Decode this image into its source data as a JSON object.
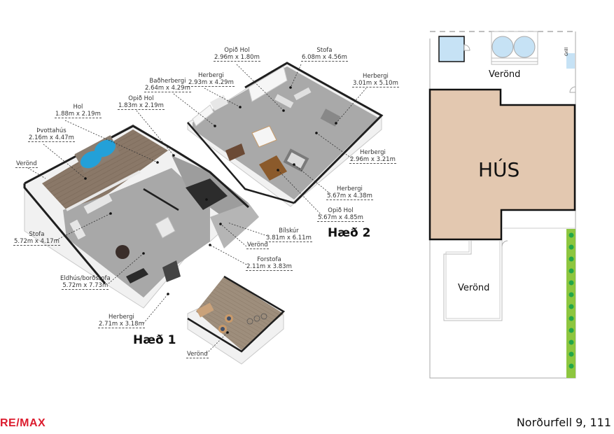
{
  "floors": {
    "floor1": {
      "title": "Hæð 1",
      "rooms": [
        {
          "name": "Hol",
          "dim": "1.88m x 2.19m"
        },
        {
          "name": "Þvottahús",
          "dim": "2.16m x 4.47m"
        },
        {
          "name": "Opið Hol",
          "dim": "1.83m x 2.19m"
        },
        {
          "name": "Verönd",
          "dim": ""
        },
        {
          "name": "Stofa",
          "dim": "5.72m x 4.17m"
        },
        {
          "name": "Eldhús/borðstofa",
          "dim": "5.72m x 7.73m"
        },
        {
          "name": "Herbergi",
          "dim": "2.71m x 3.18m"
        },
        {
          "name": "Bílskúr",
          "dim": "3.81m x 6.11m"
        },
        {
          "name": "Verönd",
          "dim": ""
        },
        {
          "name": "Forstofa",
          "dim": "2.11m x 3.83m"
        },
        {
          "name": "Verönd",
          "dim": ""
        }
      ]
    },
    "floor2": {
      "title": "Hæð 2",
      "rooms": [
        {
          "name": "Opið Hol",
          "dim": "2.96m x 1.80m"
        },
        {
          "name": "Stofa",
          "dim": "6.08m x 4.56m"
        },
        {
          "name": "Herbergi",
          "dim": "2.93m x 4.29m"
        },
        {
          "name": "Baðherbergi",
          "dim": "2.64m x 4.29m"
        },
        {
          "name": "Herbergi",
          "dim": "3.01m x 5.10m"
        },
        {
          "name": "Herbergi",
          "dim": "2.96m x 3.21m"
        },
        {
          "name": "Herbergi",
          "dim": "5.67m x 4.38m"
        },
        {
          "name": "Opið Hol",
          "dim": "5.67m x 4.85m"
        }
      ]
    }
  },
  "site_plan": {
    "house_label": "HÚS",
    "top_terrace_label": "Verönd",
    "bottom_terrace_label": "Verönd",
    "grill_label": "Grill",
    "colors": {
      "house": "#e3c8b0",
      "hedge": "#8dc63f",
      "tree": "#22a64a",
      "water": "#c6e2f5"
    }
  },
  "footer": {
    "brand_left": "RE/",
    "brand_right": "MAX",
    "address": "Norðurfell 9, 111"
  }
}
